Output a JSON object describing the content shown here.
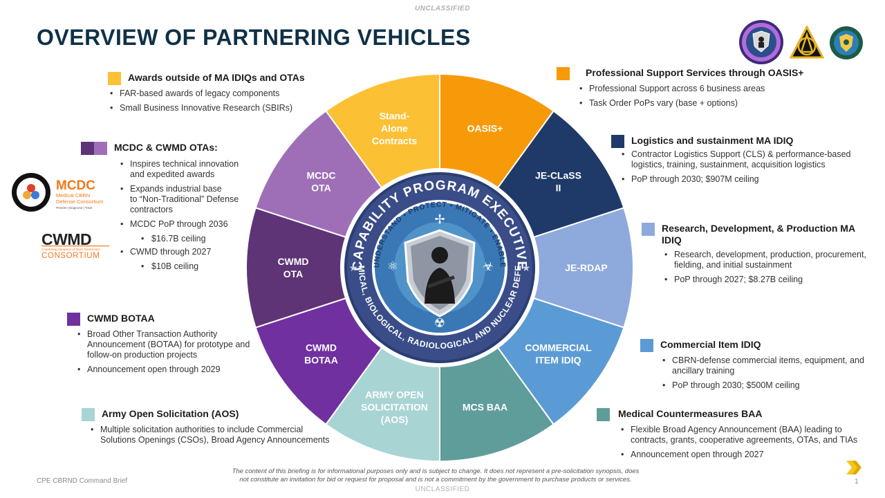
{
  "classification_top": "UNCLASSIFIED",
  "classification_bottom": "UNCLASSIFIED",
  "title": "OVERVIEW OF PARTNERING VEHICLES",
  "footer_left": "CPE CBRND Command Brief",
  "page_number": "1",
  "disclaimer_line1": "The content of this briefing is for informational purposes only and is subject to change. It does not represent a pre-solicitation synopsis, does",
  "disclaimer_line2": "not constitute an invitation for bid or request for proposal and is not a commitment by the government to purchase products or services.",
  "colors": {
    "title": "#0f3047",
    "standalone": "#fcc034",
    "oasis": "#f79a0a",
    "jeclass": "#1f3a68",
    "jerdap": "#8ea9db",
    "commercial": "#5b9bd5",
    "mcs": "#5f9d9b",
    "aos": "#a9d4d4",
    "botaa": "#7030a0",
    "cwmd_ota": "#5e3476",
    "mcdc_ota": "#9e6fb7"
  },
  "wheel": {
    "segments": [
      {
        "key": "standalone",
        "label": "Stand-\nAlone\nContracts"
      },
      {
        "key": "oasis",
        "label": "OASIS+"
      },
      {
        "key": "jeclass",
        "label": "JE-CLaSS\nII"
      },
      {
        "key": "jerdap",
        "label": "JE-RDAP"
      },
      {
        "key": "commercial",
        "label": "COMMERCIAL\nITEM IDIQ"
      },
      {
        "key": "mcs",
        "label": "MCS BAA"
      },
      {
        "key": "aos",
        "label": "ARMY OPEN\nSOLICITATION\n(AOS)"
      },
      {
        "key": "botaa",
        "label": "CWMD\nBOTAA"
      },
      {
        "key": "cwmd_ota",
        "label": "CWMD\nOTA"
      },
      {
        "key": "mcdc_ota",
        "label": "MCDC\nOTA"
      }
    ],
    "seal_top": "CAPABILITY PROGRAM EXECUTIVE",
    "seal_inner": "UNDERSTAND • PROTECT • MITIGATE • ENABLE",
    "seal_bottom": "CHEMICAL, BIOLOGICAL, RADIOLOGICAL AND NUCLEAR DEFENSE"
  },
  "notes": {
    "standalone": {
      "head": "Awards outside of MA IDIQs and OTAs",
      "bullets": [
        "FAR-based awards of legacy components",
        "Small Business Innovative Research (SBIRs)"
      ]
    },
    "mcdc": {
      "head": "MCDC & CWMD OTAs:",
      "bullets": [
        "Inspires technical innovation\nand expedited awards",
        "Expands industrial base\nto “Non-Traditional” Defense\ncontractors",
        "MCDC PoP through 2036"
      ],
      "sub1": "$16.7B ceiling",
      "bullet4": "CWMD through 2027",
      "sub2": "$10B ceiling"
    },
    "botaa": {
      "head": "CWMD BOTAA",
      "bullets": [
        "Broad Other Transaction Authority\nAnnouncement (BOTAA) for prototype and\nfollow-on production projects",
        "Announcement open through 2029"
      ]
    },
    "aos": {
      "head": "Army Open Solicitation (AOS)",
      "bullets": [
        "Multiple solicitation authorities to include Commercial\nSolutions Openings (CSOs), Broad Agency Announcements"
      ]
    },
    "oasis": {
      "head": "Professional Support Services through OASIS+",
      "bullets": [
        "Professional Support across 6 business areas",
        "Task Order PoPs vary (base + options)"
      ]
    },
    "jeclass": {
      "head": "Logistics and sustainment MA IDIQ",
      "bullets": [
        "Contractor Logistics Support (CLS) & performance-based\nlogistics, training, sustainment, acquisition logistics",
        "PoP through 2030; $907M ceiling"
      ]
    },
    "jerdap": {
      "head": "Research, Development, & Production MA\nIDIQ",
      "bullets": [
        "Research, development, production, procurement,\nfielding, and initial sustainment",
        "PoP through 2027; $8.27B ceiling"
      ]
    },
    "commercial": {
      "head": "Commercial Item IDIQ",
      "bullets": [
        "CBRN-defense commercial items, equipment, and\nancillary training",
        "PoP through 2030; $500M ceiling"
      ]
    },
    "mcs": {
      "head": "Medical Countermeasures BAA",
      "bullets": [
        "Flexible Broad Agency Announcement (BAA) leading to\ncontracts, grants, cooperative agreements, OTAs, and TIAs",
        "Announcement open through 2027"
      ]
    }
  },
  "logos": {
    "mcdc_name": "MCDC",
    "mcdc_sub1": "Medical CBRN",
    "mcdc_sub2": "Defense Consortium",
    "mcdc_sub3": "Prevent | Diagnose | Treat",
    "cwmd_name": "CWMD",
    "cwmd_sub1": "Countering Weapons of Mass Destruction",
    "cwmd_sub2": "CONSORTIUM"
  }
}
